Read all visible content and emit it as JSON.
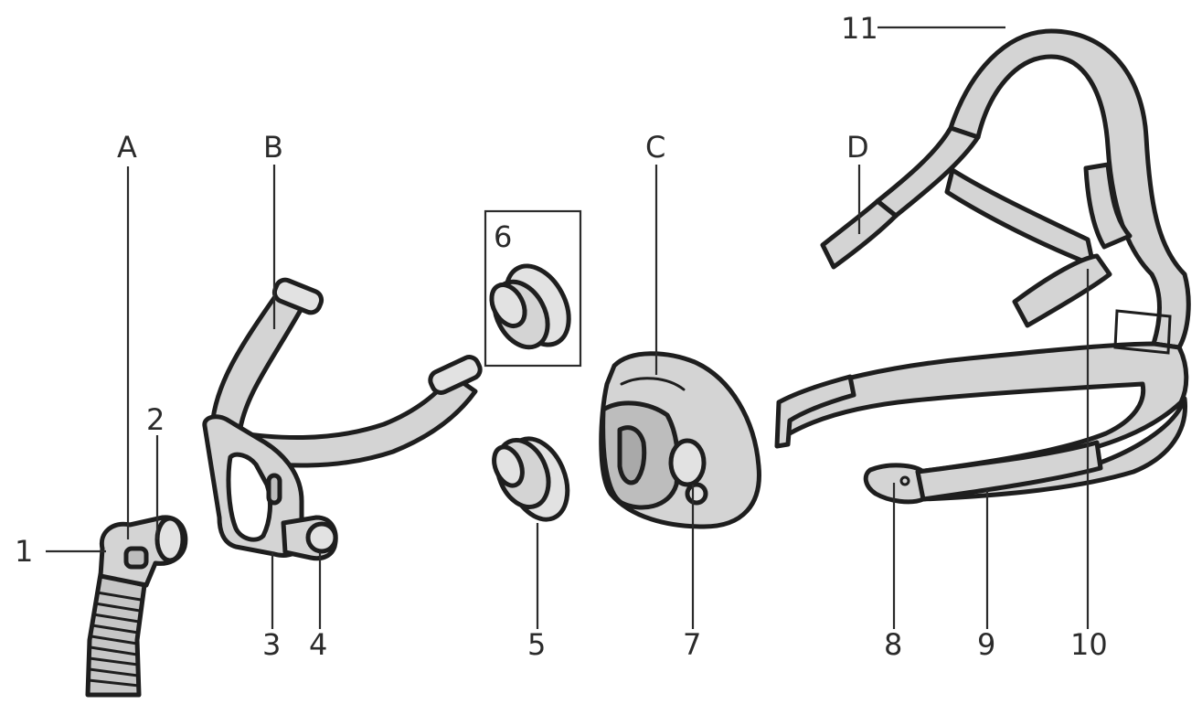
{
  "labels": {
    "A": "A",
    "B": "B",
    "C": "C",
    "D": "D",
    "n1": "1",
    "n2": "2",
    "n3": "3",
    "n4": "4",
    "n5": "5",
    "n6": "6",
    "n7": "7",
    "n8": "8",
    "n9": "9",
    "n10": "10",
    "n11": "11"
  },
  "colors": {
    "part_fill": "#d4d4d4",
    "outline": "#1e1e1e",
    "label": "#2b2b2b",
    "background": "#ffffff"
  }
}
